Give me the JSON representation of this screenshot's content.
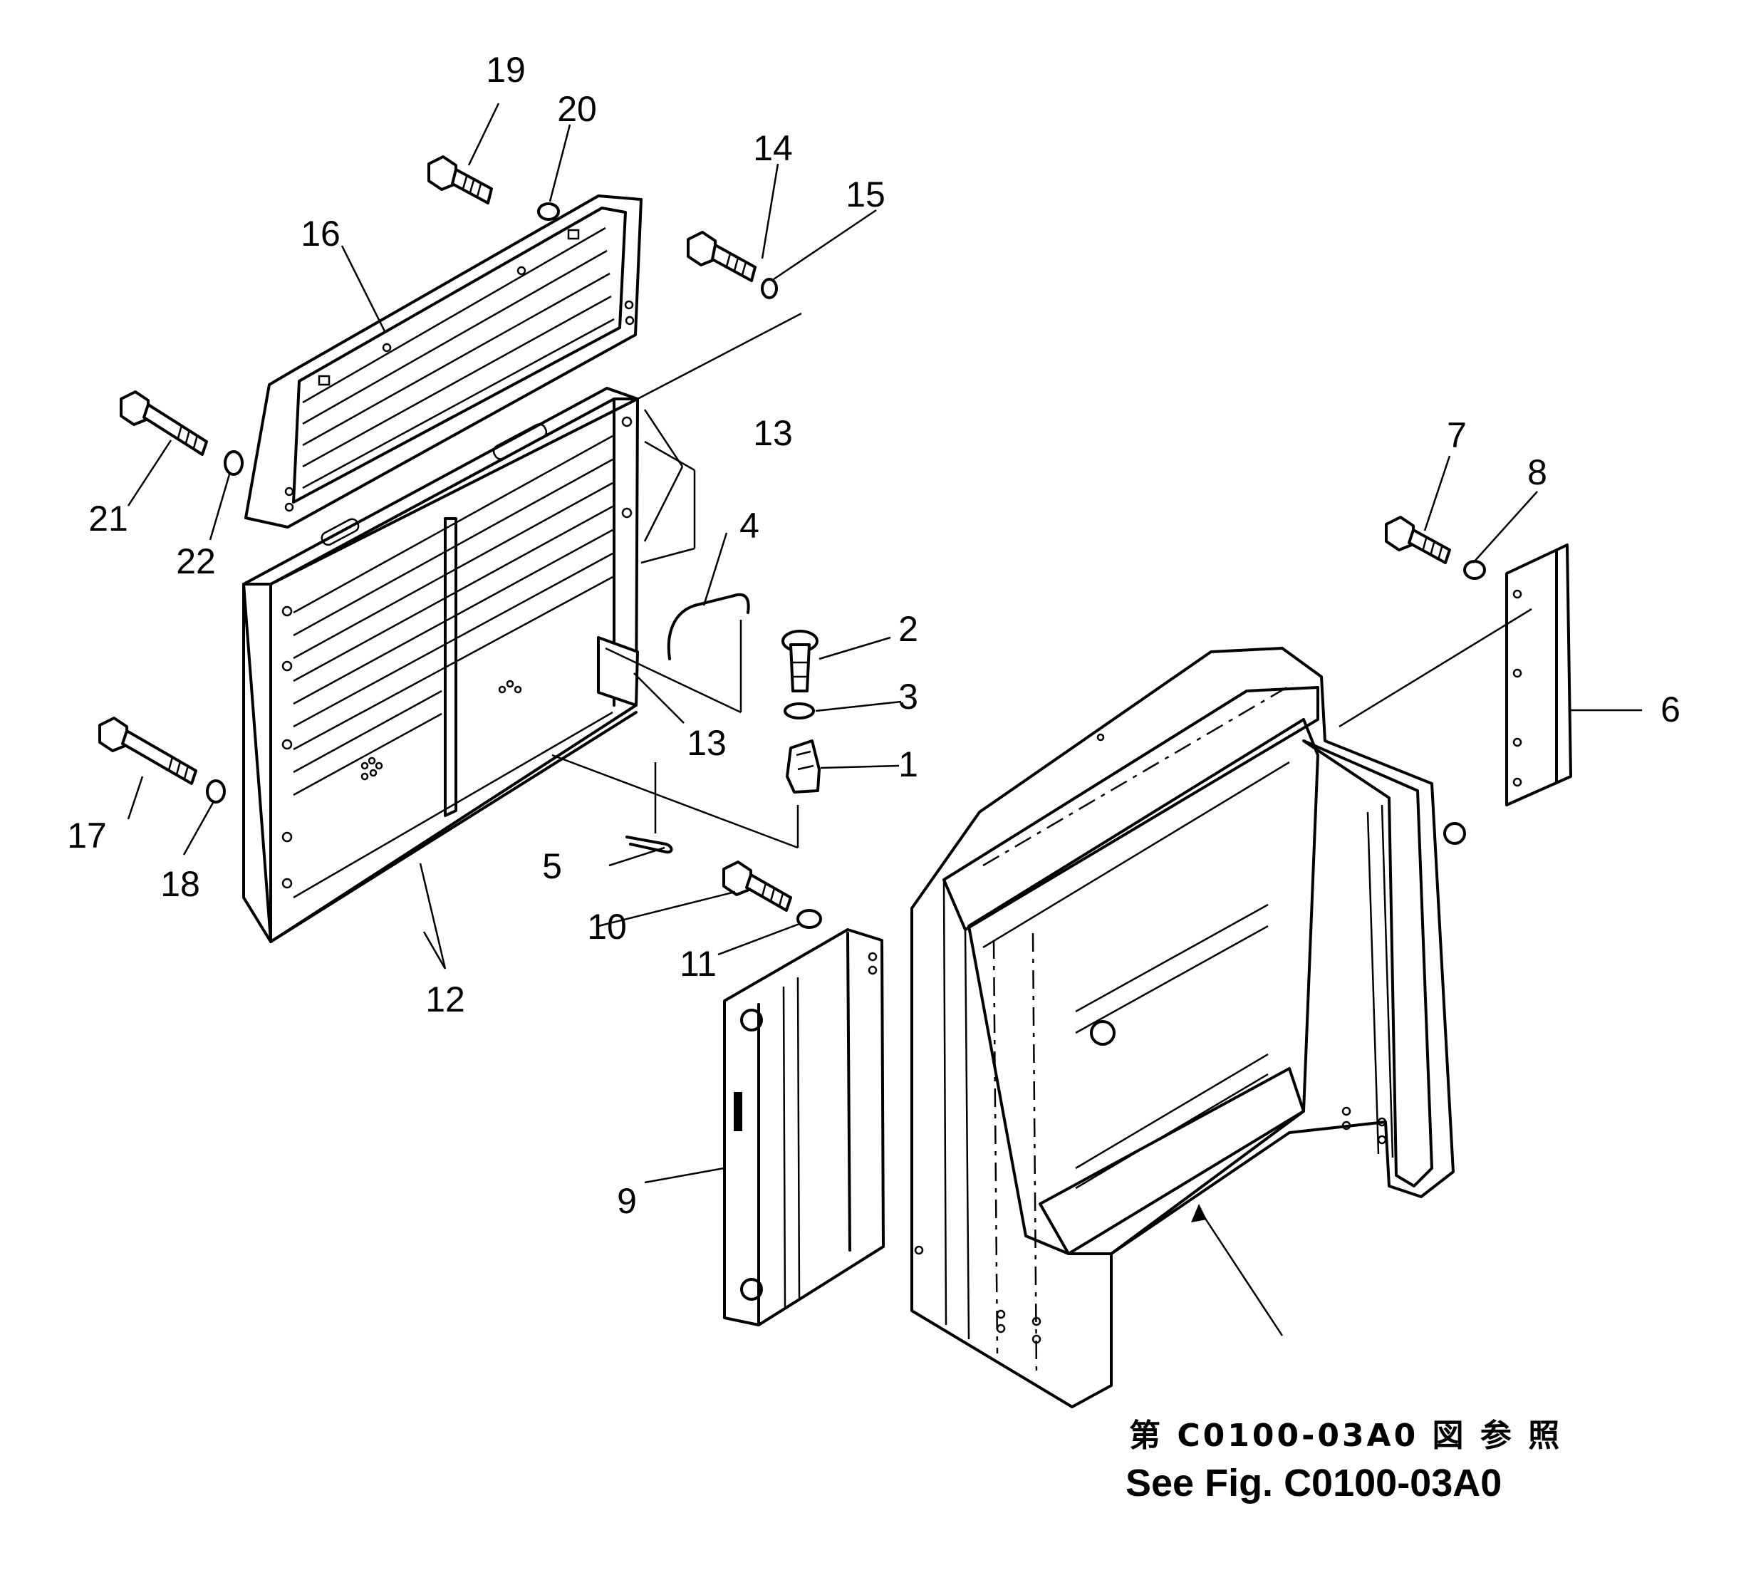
{
  "diagram": {
    "type": "exploded-parts-diagram",
    "part_numbers": [
      "1",
      "2",
      "3",
      "4",
      "5",
      "6",
      "7",
      "8",
      "9",
      "10",
      "11",
      "12",
      "13",
      "13",
      "14",
      "15",
      "16",
      "17",
      "18",
      "19",
      "20",
      "21",
      "22"
    ],
    "reference_note": {
      "japanese": "第 C0100-03A0 図 参 照",
      "english": "See Fig. C0100-03A0"
    }
  }
}
